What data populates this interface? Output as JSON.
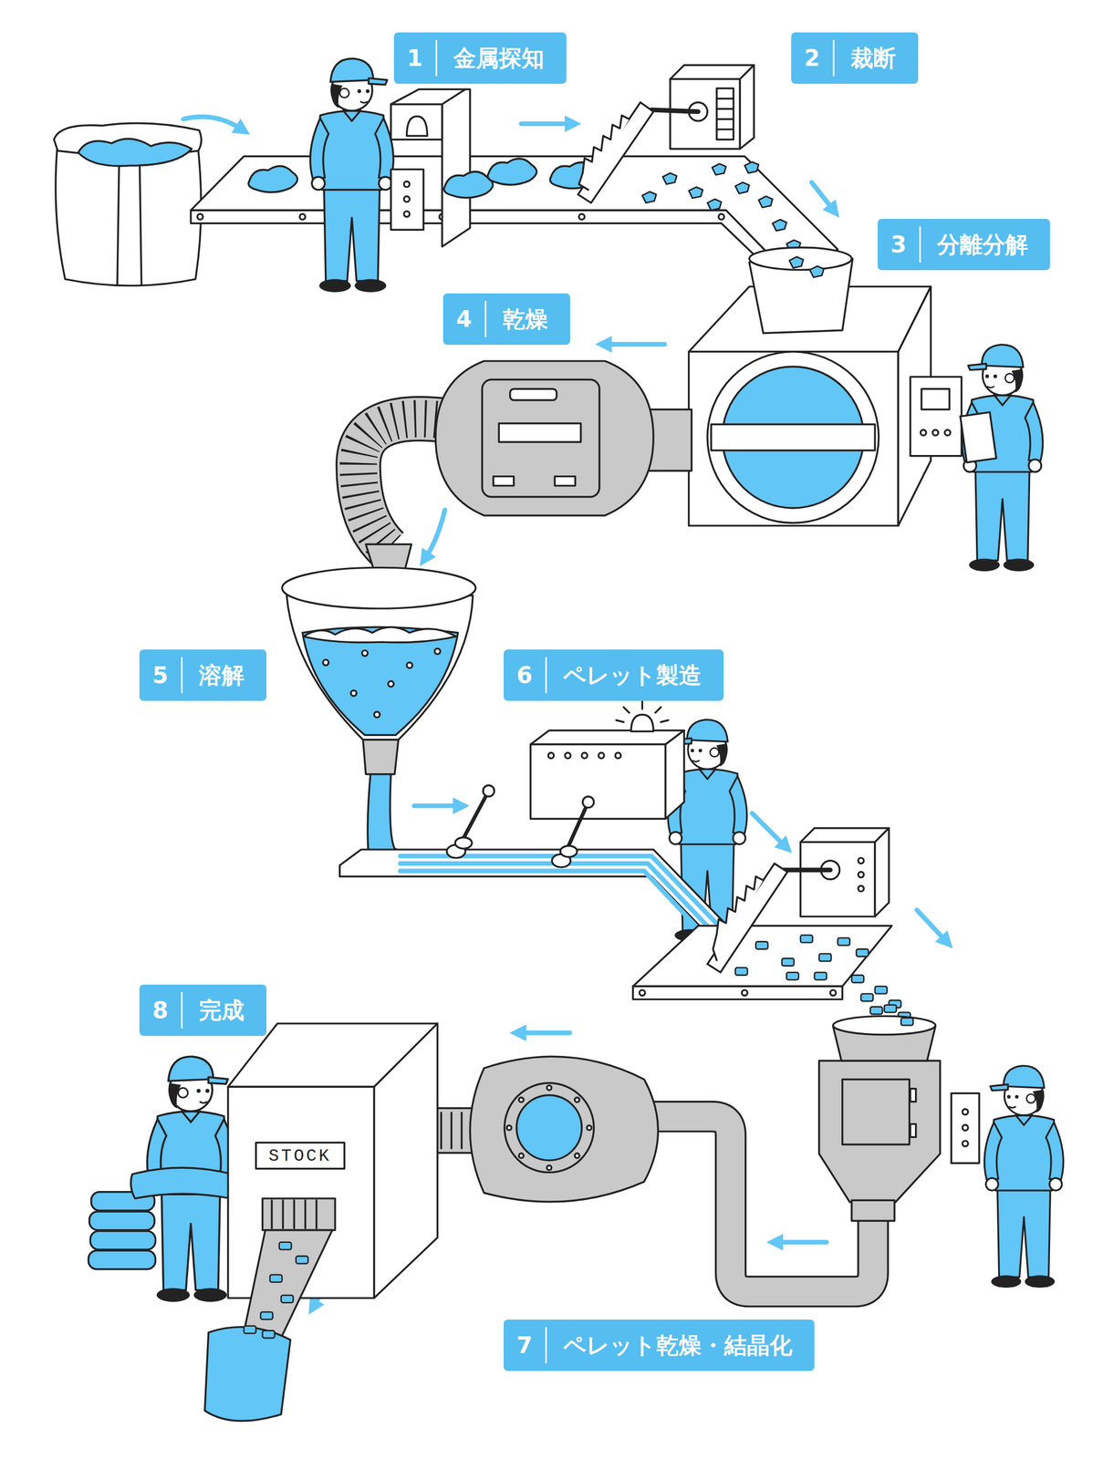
{
  "diagram": {
    "nodes": [
      {
        "text": [
          "1",
          "金属探知"
        ]
      },
      {
        "text": [
          "2",
          "裁断"
        ]
      },
      {
        "text": [
          "3",
          "分離分解"
        ]
      },
      {
        "text": [
          "4",
          "乾燥"
        ]
      },
      {
        "text": [
          "5",
          "溶解"
        ]
      },
      {
        "text": [
          "6",
          "ペレット製造"
        ]
      },
      {
        "text": [
          "7",
          "ペレット乾燥・結晶化"
        ]
      },
      {
        "text": [
          "8",
          "完成"
        ]
      }
    ],
    "labels": [
      "STOCK"
    ]
  }
}
